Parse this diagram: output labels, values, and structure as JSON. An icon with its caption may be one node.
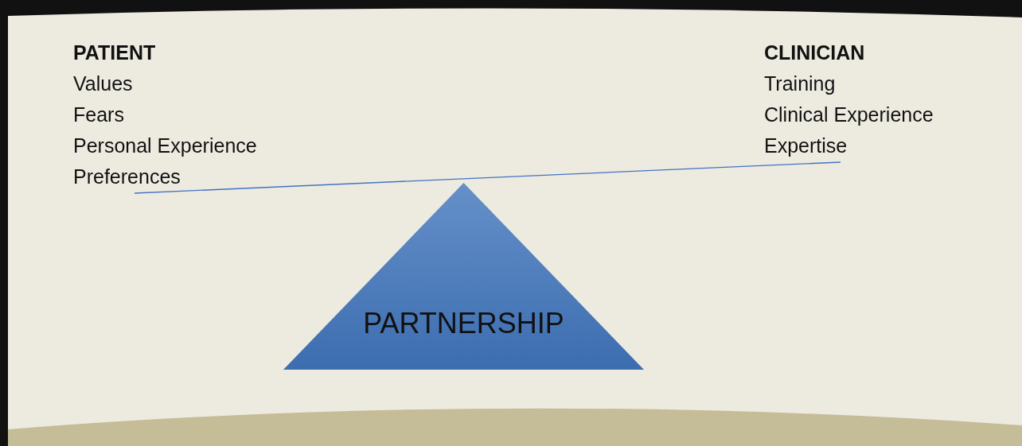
{
  "diagram": {
    "nodes": [
      {
        "text": [
          "PATIENT",
          "Values",
          "Fears",
          "Personal Experience",
          "Preferences"
        ]
      },
      {
        "text": [
          "CLINICIAN",
          "Training",
          "Clinical Experience",
          "Expertise"
        ]
      },
      {
        "text": [
          "PARTNERSHIP"
        ]
      }
    ],
    "edges": [
      {
        "from": 0,
        "to": 1,
        "arrow": "none",
        "color": "#4472c4"
      }
    ]
  }
}
